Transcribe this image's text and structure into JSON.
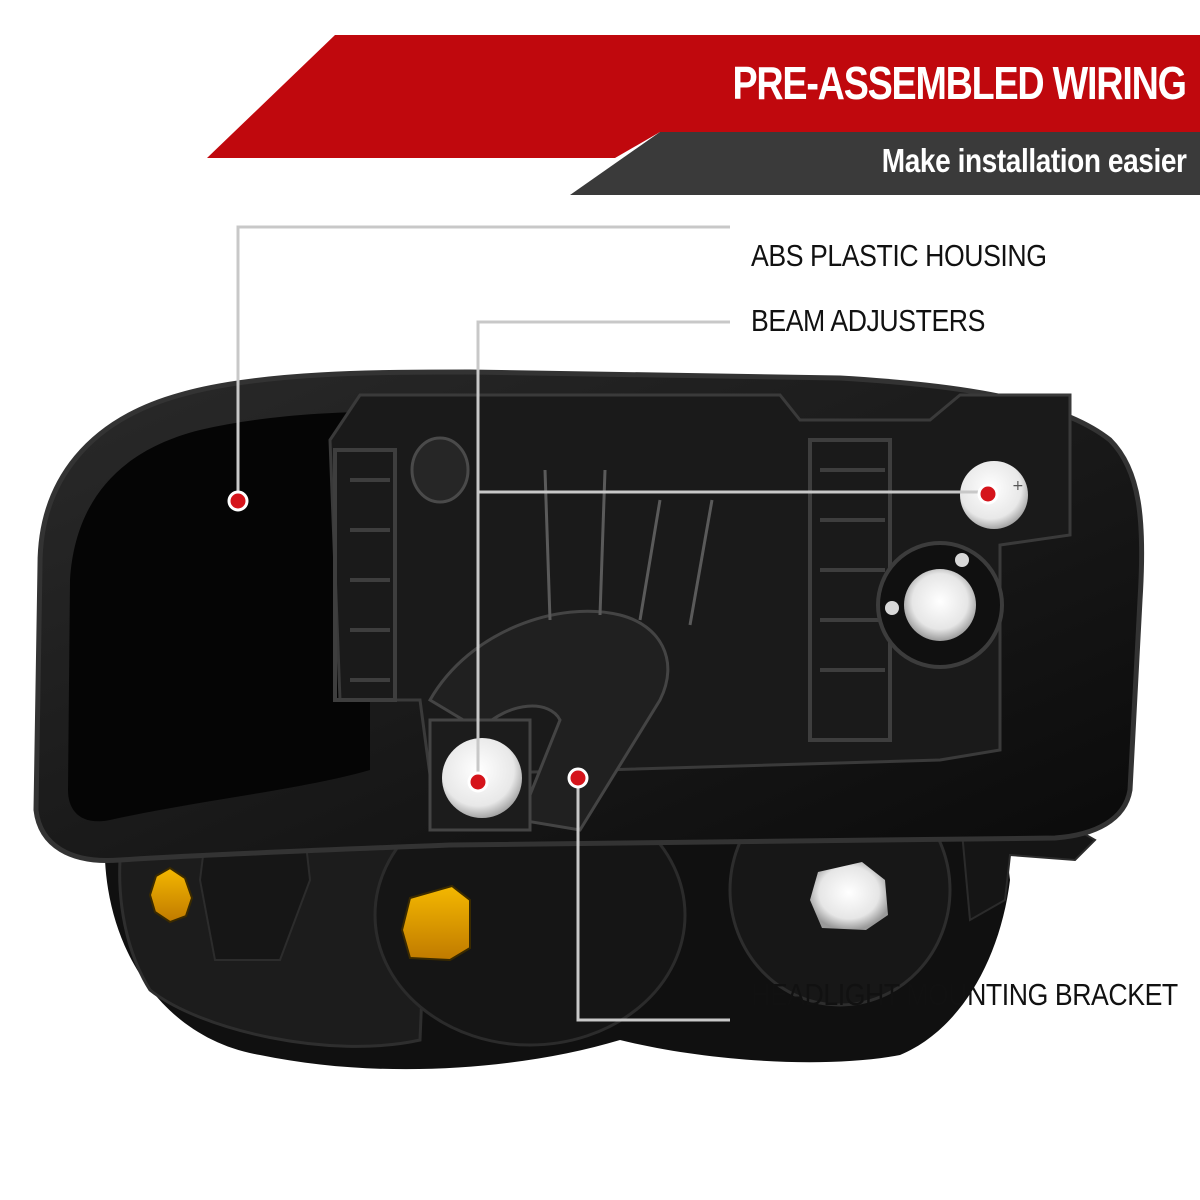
{
  "banner": {
    "headline": "PRE-ASSEMBLED WIRING",
    "subline": "Make installation easier",
    "headline_color": "#c0080d",
    "subline_color": "#3a3a3a"
  },
  "callouts": [
    {
      "id": "abs",
      "label": "ABS PLASTIC HOUSING"
    },
    {
      "id": "beam",
      "label": "BEAM ADJUSTERS"
    },
    {
      "id": "bracket",
      "label": "HEADLIGHT MOUNTING BRACKET"
    }
  ],
  "colors": {
    "marker": "#d5141b",
    "leader_line": "#c8c8c8",
    "housing": "#141414",
    "amber": "#e8a800"
  }
}
